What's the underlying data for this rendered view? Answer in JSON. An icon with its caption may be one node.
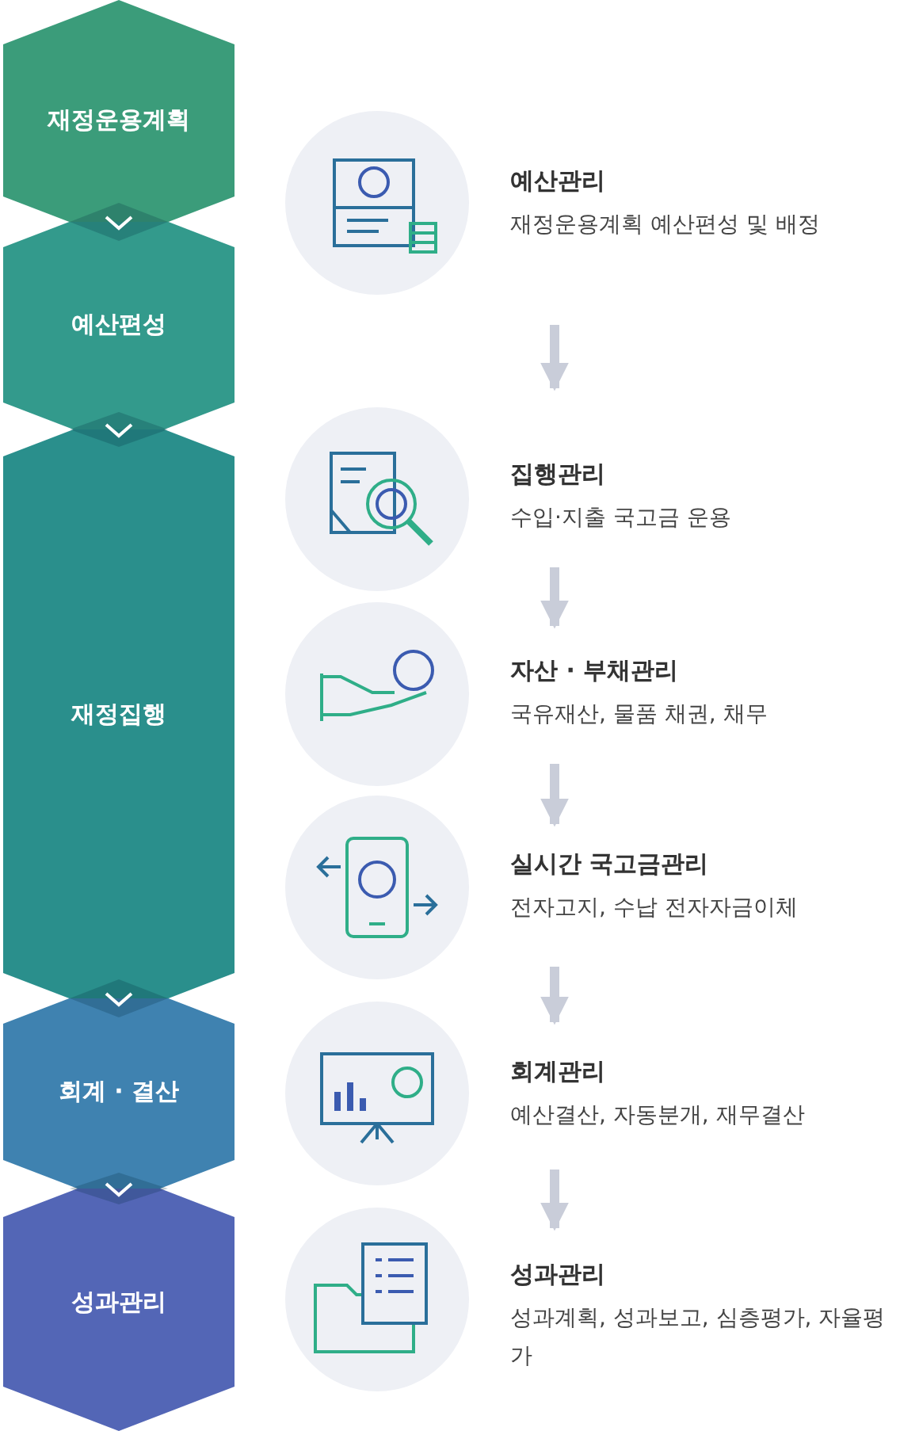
{
  "diagram": {
    "nodes": [
      {
        "text": [
          "재정운용계획"
        ]
      },
      {
        "text": [
          "예산편성"
        ]
      },
      {
        "text": [
          "재정집행"
        ]
      },
      {
        "text": [
          "회계 · 결산"
        ]
      },
      {
        "text": [
          "성과관리"
        ]
      },
      {
        "text": [
          "예산관리",
          "재정운용계획 예산편성 및 배정"
        ]
      },
      {
        "text": [
          "집행관리",
          "수입·지출 국고금 운용"
        ]
      },
      {
        "text": [
          "자산 · 부채관리",
          "국유재산, 물품 채권, 채무"
        ]
      },
      {
        "text": [
          "실시간 국고금관리",
          "전자고지, 수납 전자자금이체"
        ]
      },
      {
        "text": [
          "회계관리",
          "예산결산, 자동분개, 재무결산"
        ]
      },
      {
        "text": [
          "성과관리",
          "성과계획, 성과보고, 심층평가, 자율평가"
        ]
      }
    ],
    "edges": [
      {
        "from": 0,
        "to": 1,
        "arrow": "to",
        "color": "#ffffff"
      },
      {
        "from": 1,
        "to": 2,
        "arrow": "to",
        "color": "#ffffff"
      },
      {
        "from": 2,
        "to": 3,
        "arrow": "to",
        "color": "#ffffff"
      },
      {
        "from": 3,
        "to": 4,
        "arrow": "to",
        "color": "#ffffff"
      },
      {
        "from": 5,
        "to": 6,
        "arrow": "to"
      },
      {
        "from": 6,
        "to": 7,
        "arrow": "to"
      },
      {
        "from": 7,
        "to": 8,
        "arrow": "to"
      },
      {
        "from": 8,
        "to": 9,
        "arrow": "to"
      },
      {
        "from": 9,
        "to": 10,
        "arrow": "to"
      }
    ]
  }
}
